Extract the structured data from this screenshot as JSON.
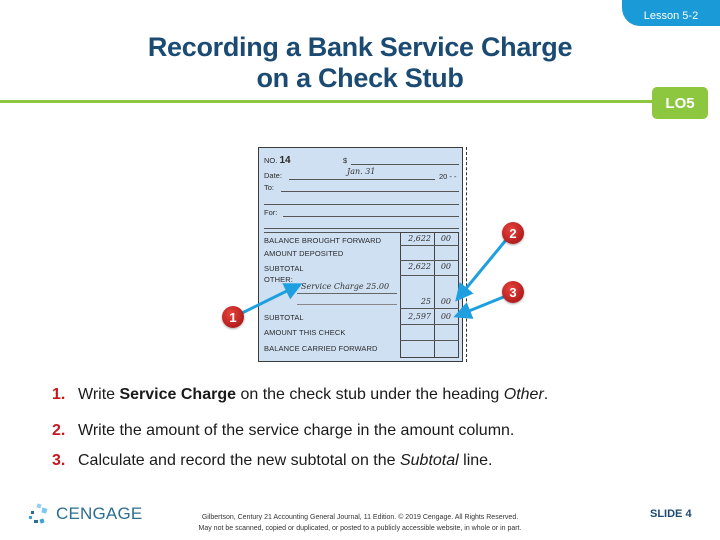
{
  "header": {
    "lesson_tab": "Lesson 5-2",
    "title_line1": "Recording a Bank Service Charge",
    "title_line2": "on a Check Stub",
    "lo_badge": "LO5"
  },
  "check_stub": {
    "no_label": "NO.",
    "no_value": "14",
    "dollar_label": "$",
    "date_label": "Date:",
    "date_value": "Jan. 31",
    "year_label": "20 - -",
    "to_label": "To:",
    "for_label": "For:",
    "rows": [
      {
        "label": "BALANCE BROUGHT FORWARD",
        "dollars": "2,622",
        "cents": "00"
      },
      {
        "label": "AMOUNT DEPOSITED",
        "dollars": "",
        "cents": ""
      },
      {
        "label": "SUBTOTAL",
        "dollars": "2,622",
        "cents": "00"
      },
      {
        "label": "OTHER:",
        "dollars": "",
        "cents": ""
      },
      {
        "label": "",
        "dollars": "25",
        "cents": "00"
      },
      {
        "label": "SUBTOTAL",
        "dollars": "2,597",
        "cents": "00"
      },
      {
        "label": "AMOUNT THIS CHECK",
        "dollars": "",
        "cents": ""
      },
      {
        "label": "BALANCE CARRIED FORWARD",
        "dollars": "",
        "cents": ""
      }
    ],
    "other_handwritten": "Service Charge 25.00"
  },
  "callouts": [
    {
      "number": "1"
    },
    {
      "number": "2"
    },
    {
      "number": "3"
    }
  ],
  "colors": {
    "title": "#1b4a73",
    "accent_green": "#8dc63f",
    "lesson_blue": "#1a9bd7",
    "callout_red": "#c8181e",
    "arrow_blue": "#1e9fe0",
    "stub_bg": "#cfe0f3"
  },
  "steps": [
    {
      "number": "1.",
      "pre": "Write ",
      "bold": "Service Charge",
      "mid": " on the check stub under the heading ",
      "italic": "Other",
      "post": "."
    },
    {
      "number": "2.",
      "text": "Write the amount of the service charge in the amount column."
    },
    {
      "number": "3.",
      "pre": "Calculate and record the new subtotal on the ",
      "italic": "Subtotal",
      "post": " line."
    }
  ],
  "footer": {
    "logo_text": "CENGAGE",
    "copyright_line1": "Gilbertson, Century 21 Accounting General Journal, 11 Edition. © 2019 Cengage. All Rights Reserved.",
    "copyright_line2": "May not be scanned, copied or duplicated, or posted to a publicly accessible website, in whole or in part.",
    "slide_label": "SLIDE 4"
  }
}
